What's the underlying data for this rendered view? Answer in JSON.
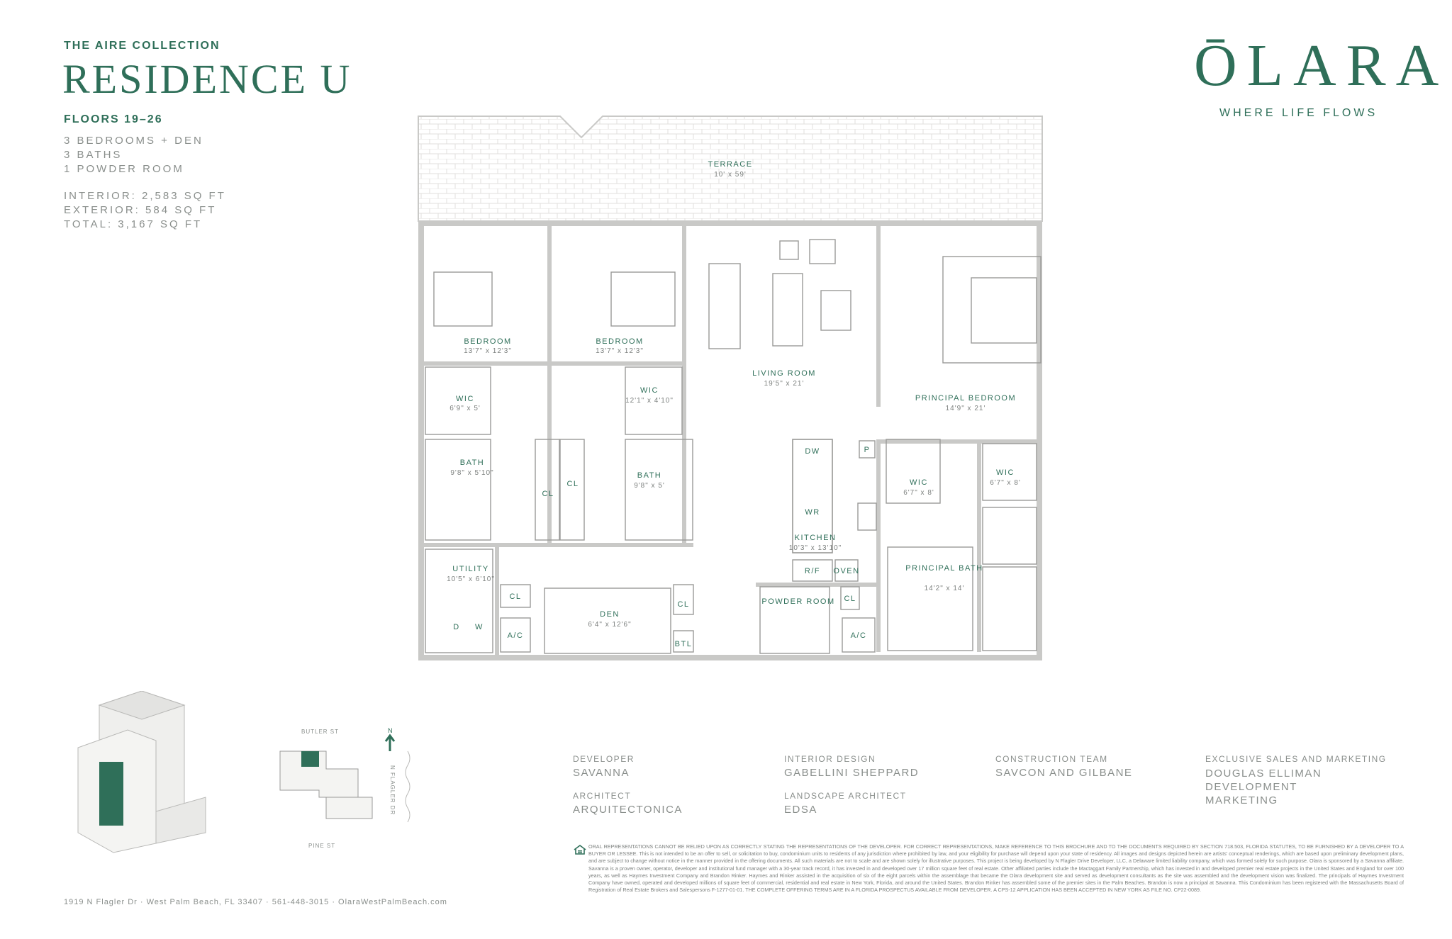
{
  "header": {
    "collection": "THE AIRE COLLECTION",
    "residence": "RESIDENCE U",
    "floors": "FLOORS 19–26",
    "specs": [
      "3 BEDROOMS + DEN",
      "3 BATHS",
      "1 POWDER ROOM"
    ],
    "areas": [
      "INTERIOR: 2,583 SQ FT",
      "EXTERIOR: 584 SQ FT",
      "TOTAL: 3,167 SQ FT"
    ]
  },
  "brand": {
    "logo": "ŌLARA",
    "tagline": "WHERE LIFE FLOWS",
    "accent": "#2f6f59"
  },
  "plan": {
    "rooms": [
      {
        "label": "TERRACE",
        "dims": "10' x 59'"
      },
      {
        "label": "BEDROOM",
        "dims": "13'7\" x 12'3\""
      },
      {
        "label": "BEDROOM",
        "dims": "13'7\" x 12'3\""
      },
      {
        "label": "LIVING ROOM",
        "dims": "19'5\" x 21'"
      },
      {
        "label": "PRINCIPAL BEDROOM",
        "dims": "14'9\" x 21'"
      },
      {
        "label": "WIC",
        "dims": "6'9\" x 5'"
      },
      {
        "label": "WIC",
        "dims": "12'1\" x 4'10\""
      },
      {
        "label": "BATH",
        "dims": "9'8\" x 5'10\""
      },
      {
        "label": "BATH",
        "dims": "9'8\" x 5'"
      },
      {
        "label": "WIC",
        "dims": "6'7\" x 8'"
      },
      {
        "label": "WIC",
        "dims": "6'7\" x 8'"
      },
      {
        "label": "KITCHEN",
        "dims": "10'3\" x 13'10\""
      },
      {
        "label": "UTILITY",
        "dims": "10'5\" x 6'10\""
      },
      {
        "label": "DEN",
        "dims": "6'4\" x 12'6\""
      },
      {
        "label": "POWDER ROOM",
        "dims": ""
      },
      {
        "label": "PRINCIPAL BATH",
        "dims": "14'2\" x 14'"
      }
    ],
    "tags": [
      "CL",
      "CL",
      "CL",
      "CL",
      "CL",
      "A/C",
      "A/C",
      "DW",
      "WR",
      "P",
      "R/F",
      "OVEN",
      "BTL",
      "D",
      "W"
    ]
  },
  "sitemap": {
    "north": "N",
    "streets": [
      "BUTLER ST",
      "N FLAGLER DR",
      "PINE ST"
    ]
  },
  "credits": [
    {
      "heading": "DEVELOPER",
      "value": "SAVANNA"
    },
    {
      "heading": "ARCHITECT",
      "value": "ARQUITECTONICA"
    },
    {
      "heading": "INTERIOR DESIGN",
      "value": "GABELLINI SHEPPARD"
    },
    {
      "heading": "LANDSCAPE ARCHITECT",
      "value": "EDSA"
    },
    {
      "heading": "CONSTRUCTION TEAM",
      "value": "SAVCON AND GILBANE"
    },
    {
      "heading": "EXCLUSIVE SALES AND MARKETING",
      "value": "DOUGLAS ELLIMAN DEVELOPMENT MARKETING"
    }
  ],
  "legal": "ORAL REPRESENTATIONS CANNOT BE RELIED UPON AS CORRECTLY STATING THE REPRESENTATIONS OF THE DEVELOPER. FOR CORRECT REPRESENTATIONS, MAKE REFERENCE TO THIS BROCHURE AND TO THE DOCUMENTS REQUIRED BY SECTION 718.503, FLORIDA STATUTES, TO BE FURNISHED BY A DEVELOPER TO A BUYER OR LESSEE. This is not intended to be an offer to sell, or solicitation to buy, condominium units to residents of any jurisdiction where prohibited by law, and your eligibility for purchase will depend upon your state of residency. All images and designs depicted herein are artists' conceptual renderings, which are based upon preliminary development plans, and are subject to change without notice in the manner provided in the offering documents. All such materials are not to scale and are shown solely for illustrative purposes. This project is being developed by N Flagler Drive Developer, LLC, a Delaware limited liability company, which was formed solely for such purpose. Olara is sponsored by a Savanna affiliate. Savanna is a proven owner, operator, developer and institutional fund manager with a 30-year track record, it has invested in and developed over 17 million square feet of real estate. Other affiliated parties include the Mactaggart Family Partnership, which has invested in and developed premier real estate projects in the United States and England for over 100 years, as well as Haymes Investment Company and Brandon Rinker. Haymes and Rinker assisted in the acquisition of six of the eight parcels within the assemblage that became the Olara development site and served as development consultants as the site was assembled and the development vision was finalized. The principals of Haymes Investment Company have owned, operated and developed millions of square feet of commercial, residential and real estate in New York, Florida, and around the United States. Brandon Rinker has assembled some of the premier sites in the Palm Beaches. Brandon is now a principal at Savanna. This Condominium has been registered with the Massachusetts Board of Registration of Real Estate Brokers and Salespersons F-1277-01-01. THE COMPLETE OFFERING TERMS ARE IN A FLORIDA PROSPECTUS AVAILABLE FROM DEVELOPER. A CPS-12 APPLICATION HAS BEEN ACCEPTED IN NEW YORK AS FILE NO. CP22-0089.",
  "footer": "1919 N Flagler Dr  ·  West Palm Beach, FL 33407  ·  561-448-3015  ·  OlaraWestPalmBeach.com"
}
